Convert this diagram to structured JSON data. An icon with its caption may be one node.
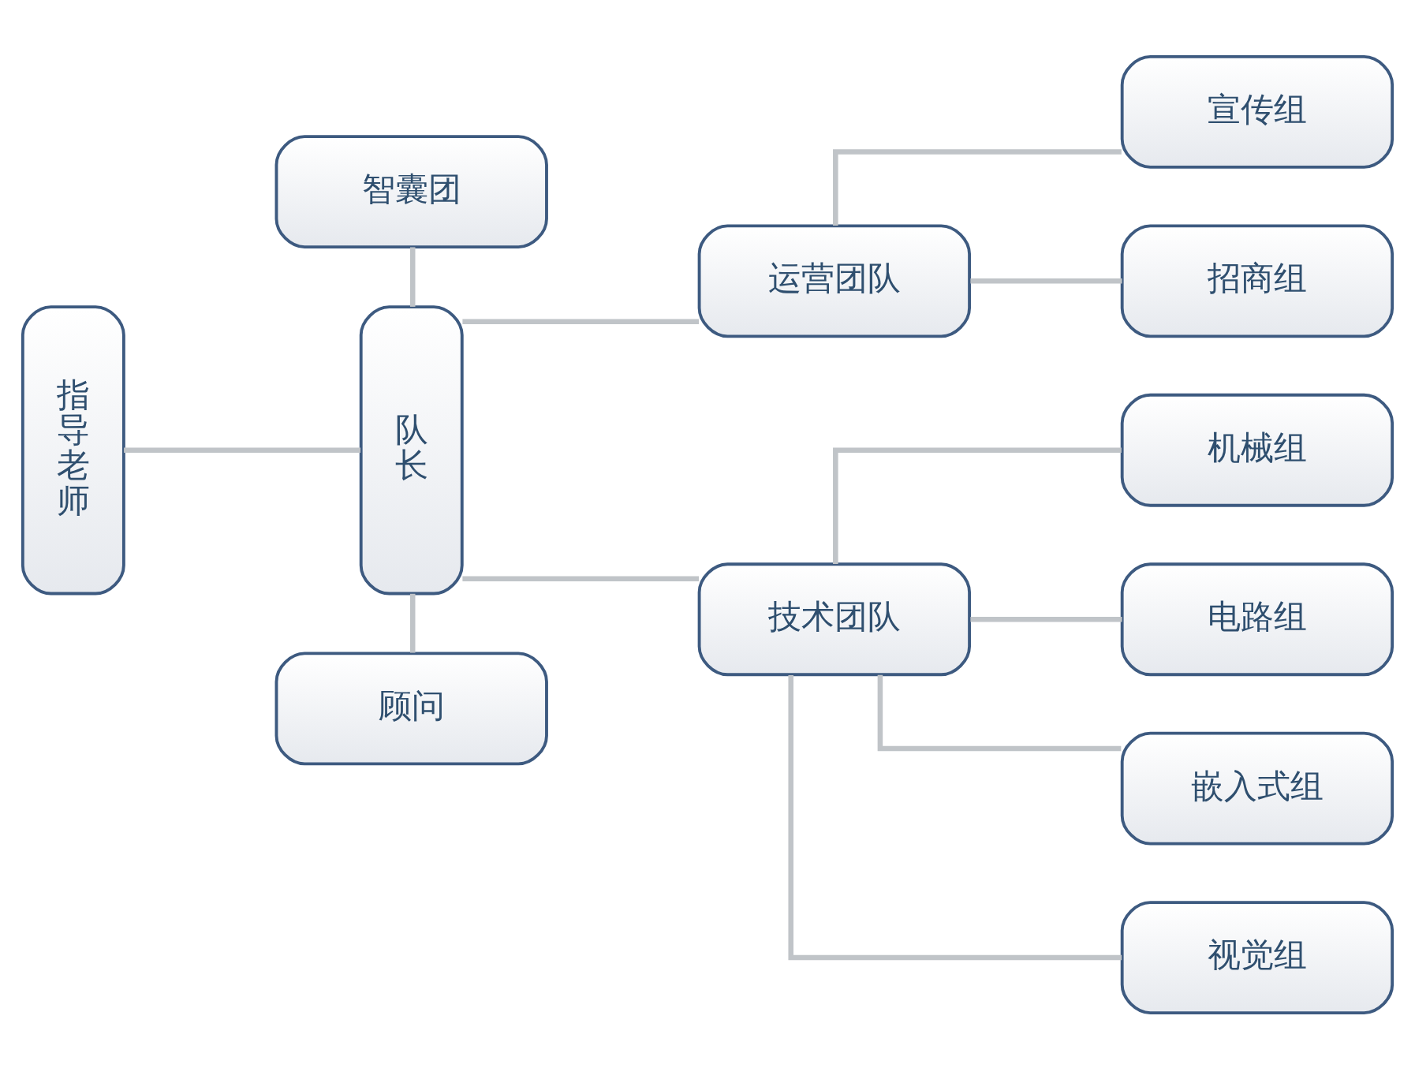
{
  "diagram": {
    "nodes": [
      {
        "text": [
          "指导老师"
        ]
      },
      {
        "text": [
          "队长"
        ]
      },
      {
        "text": [
          "智囊团"
        ]
      },
      {
        "text": [
          "顾问"
        ]
      },
      {
        "text": [
          "运营团队"
        ]
      },
      {
        "text": [
          "技术团队"
        ]
      },
      {
        "text": [
          "宣传组"
        ]
      },
      {
        "text": [
          "招商组"
        ]
      },
      {
        "text": [
          "机械组"
        ]
      },
      {
        "text": [
          "电路组"
        ]
      },
      {
        "text": [
          "嵌入式组"
        ]
      },
      {
        "text": [
          "视觉组"
        ]
      }
    ],
    "edges": [
      {
        "from": 0,
        "to": 1,
        "arrow": "none"
      },
      {
        "from": 2,
        "to": 1,
        "arrow": "none"
      },
      {
        "from": 1,
        "to": 3,
        "arrow": "none"
      },
      {
        "from": 1,
        "to": 4,
        "arrow": "none"
      },
      {
        "from": 1,
        "to": 5,
        "arrow": "none"
      },
      {
        "from": 4,
        "to": 6,
        "arrow": "none"
      },
      {
        "from": 4,
        "to": 7,
        "arrow": "none"
      },
      {
        "from": 5,
        "to": 8,
        "arrow": "none"
      },
      {
        "from": 5,
        "to": 9,
        "arrow": "none"
      },
      {
        "from": 5,
        "to": 10,
        "arrow": "none"
      },
      {
        "from": 5,
        "to": 11,
        "arrow": "none"
      }
    ]
  }
}
